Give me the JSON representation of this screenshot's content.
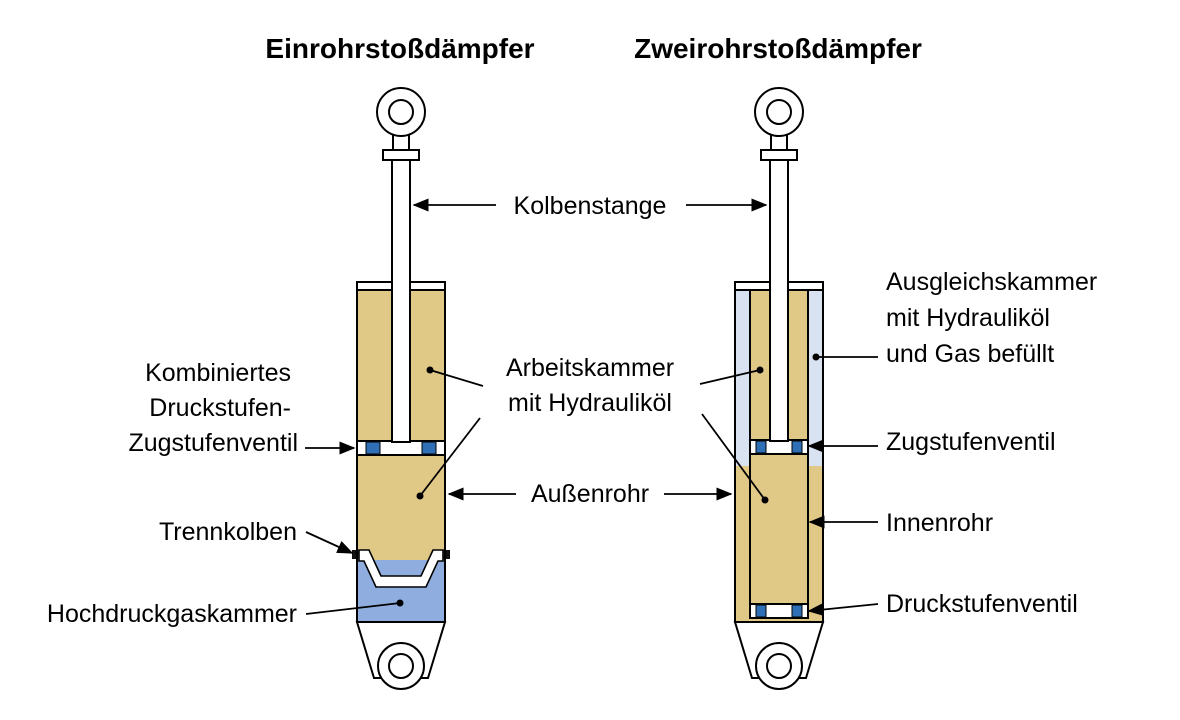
{
  "titles": {
    "mono": "Einrohrstoßdämpfer",
    "twin": "Zweirohrstoßdämpfer"
  },
  "labels": {
    "kolbenstange": "Kolbenstange",
    "arbeitskammer_1": "Arbeitskammer",
    "arbeitskammer_2": "mit Hydrauliköl",
    "aussenrohr": "Außenrohr",
    "kombiniert_1": "Kombiniertes",
    "kombiniert_2": "Druckstufen-",
    "kombiniert_3": "Zugstufenventil",
    "trennkolben": "Trennkolben",
    "hochdruckgaskammer": "Hochdruckgaskammer",
    "ausgleich_1": "Ausgleichskammer",
    "ausgleich_2": "mit Hydrauliköl",
    "ausgleich_3": "und Gas befüllt",
    "zugstufenventil": "Zugstufenventil",
    "innenrohr": "Innenrohr",
    "druckstufenventil": "Druckstufenventil"
  },
  "colors": {
    "oil": "#e0c887",
    "gas": "#8faedf",
    "reserve": "#d9e2f0",
    "seal": "#2f6fb5"
  }
}
